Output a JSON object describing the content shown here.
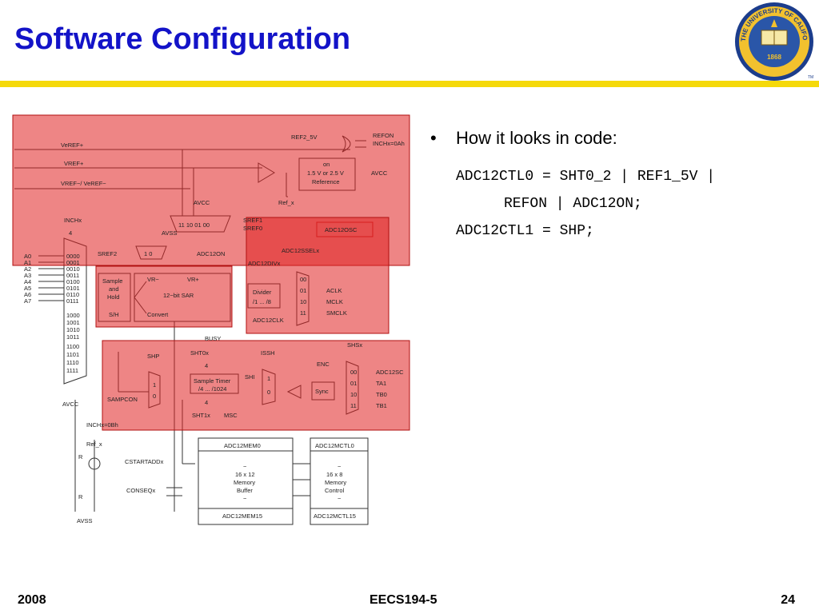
{
  "slide": {
    "title": "Software Configuration",
    "bullet": "How it looks in code:",
    "code": [
      "ADC12CTL0 = SHT0_2 | REF1_5V |",
      "REFON | ADC12ON;",
      "ADC12CTL1 = SHP;"
    ]
  },
  "footer": {
    "year": "2008",
    "course": "EECS194-5",
    "page": "24"
  },
  "seal": {
    "ring_text": "THE UNIVERSITY OF CALIFORNIA",
    "year": "1868",
    "tm": "TM",
    "colors": {
      "outer": "#1c3d8c",
      "ring": "#f2c12e",
      "inner": "#2a56a8",
      "book": "#f6e8a6"
    }
  },
  "colors": {
    "title": "#1313c8",
    "rule": "#f5d90a",
    "highlight": "#e02020"
  },
  "diagram": {
    "vref_plus": "VeREF+",
    "vref": "VREF+",
    "vref_minus": "VREF−/ VeREF−",
    "ref2_5v": "REF2_5V",
    "refon": "REFON",
    "inchx": "INCHx=0Ah",
    "ref_on": "on",
    "ref_range": "1.5 V or 2.5 V",
    "ref_label": "Reference",
    "avcc": "AVCC",
    "ref_x": "Ref_x",
    "inch": "INCHx",
    "inch_w": "4",
    "sref1": "SREF1",
    "sref0": "SREF0",
    "sref2": "SREF2",
    "avss": "AVSS",
    "mux_top": "11  10  01  00",
    "mux_small": "1     0",
    "adc12on": "ADC12ON",
    "adc12osc": "ADC12OSC",
    "adc12ssel": "ADC12SSELx",
    "adc12div": "ADC12DIVx",
    "channels": [
      "A0",
      "A1",
      "A2",
      "A3",
      "A4",
      "A5",
      "A6",
      "A7"
    ],
    "codes": [
      "0000",
      "0001",
      "0010",
      "0011",
      "0100",
      "0101",
      "0110",
      "0111",
      "1000",
      "1001",
      "1010",
      "1011",
      "1100",
      "1101",
      "1110",
      "1111"
    ],
    "sample1": "Sample",
    "sample2": "and",
    "sample3": "Hold",
    "sh": "S/H",
    "vr_minus": "VR−",
    "vr_plus": "VR+",
    "sar": "12−bit SAR",
    "convert": "Convert",
    "busy": "BUSY",
    "divider1": "Divider",
    "divider2": "/1 ... /8",
    "adc12clk": "ADC12CLK",
    "clk_codes": [
      "00",
      "01",
      "10",
      "11"
    ],
    "clk_srcs": [
      "ACLK",
      "MCLK",
      "SMCLK"
    ],
    "shp": "SHP",
    "sht0x": "SHT0x",
    "sht0w": "4",
    "sht1x": "SHT1x",
    "sht1w": "4",
    "st1": "Sample Timer",
    "st2": "/4 ... /1024",
    "msc": "MSC",
    "issh": "ISSH",
    "shi": "SHI",
    "enc": "ENC",
    "sync": "Sync",
    "shsx": "SHSx",
    "shs_codes": [
      "00",
      "01",
      "10",
      "11"
    ],
    "shs_srcs": [
      "ADC12SC",
      "TA1",
      "TB0",
      "TB1"
    ],
    "sampcon": "SAMPCON",
    "bin1": "1",
    "bin0": "0",
    "avcc2": "AVCC",
    "inch_b": "INCHx=0Bh",
    "ref_x2": "Ref_x",
    "r1": "R",
    "r2": "R",
    "avss2": "AVSS",
    "cstart": "CSTARTADDx",
    "conseq": "CONSEQx",
    "mem_top": "ADC12MEM0",
    "mem_dash": "−",
    "mem1": "16 x 12",
    "mem2": "Memory",
    "mem3": "Buffer",
    "mem_bot": "ADC12MEM15",
    "mctl_top": "ADC12MCTL0",
    "mctl1": "16 x 8",
    "mctl2": "Memory",
    "mctl3": "Control",
    "mctl_bot": "ADC12MCTL15"
  }
}
